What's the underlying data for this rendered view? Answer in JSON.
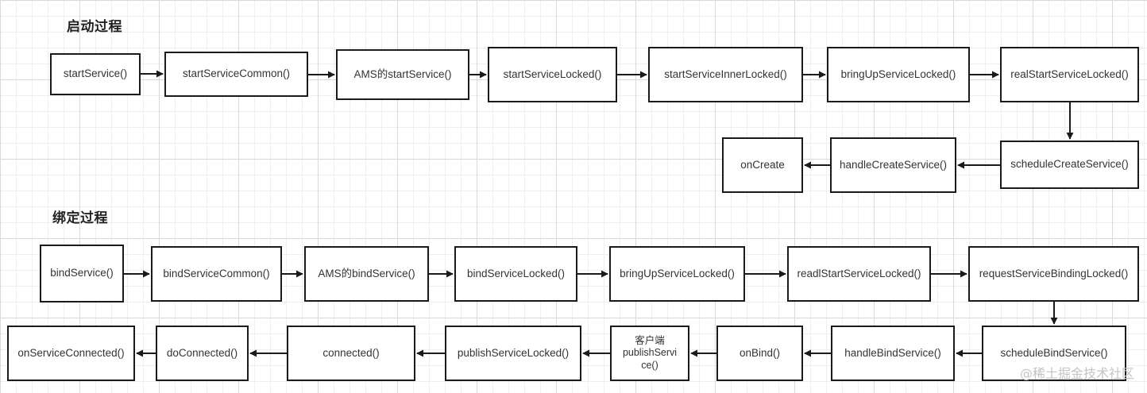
{
  "start_process": {
    "heading": "启动过程",
    "nodes": [
      "startService()",
      "startServiceCommon()",
      "AMS的startService()",
      "startServiceLocked()",
      "startServiceInnerLocked()",
      "bringUpServiceLocked()",
      "realStartServiceLocked()",
      "scheduleCreateService()",
      "handleCreateService()",
      "onCreate"
    ]
  },
  "bind_process": {
    "heading": "绑定过程",
    "nodes": [
      "bindService()",
      "bindServiceCommon()",
      "AMS的bindService()",
      "bindServiceLocked()",
      "bringUpServiceLocked()",
      "readlStartServiceLocked()",
      "requestServiceBindingLocked()",
      "scheduleBindService()",
      "handleBindService()",
      "onBind()",
      [
        "客户端",
        "publishServi",
        "ce()"
      ],
      "publishServiceLocked()",
      "connected()",
      "doConnected()",
      "onServiceConnected()"
    ]
  },
  "watermark": "@稀土掘金技术社区"
}
